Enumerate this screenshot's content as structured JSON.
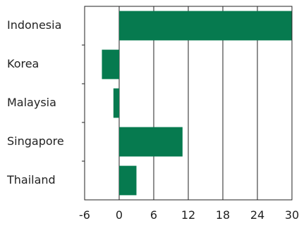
{
  "chart_data": {
    "type": "bar",
    "orientation": "horizontal",
    "categories": [
      "Indonesia",
      "Korea",
      "Malaysia",
      "Singapore",
      "Thailand"
    ],
    "values": [
      30,
      -3,
      -1,
      11,
      3
    ],
    "xlim": [
      -6,
      30
    ],
    "xticks": [
      "-6",
      "0",
      "6",
      "12",
      "18",
      "24",
      "30"
    ],
    "title": "",
    "xlabel": "",
    "ylabel": "",
    "grid": "vertical",
    "legend": "none",
    "colors": {
      "bar": "#067a4f",
      "grid": "#222222",
      "axis": "#222222",
      "text": "#222222"
    }
  }
}
